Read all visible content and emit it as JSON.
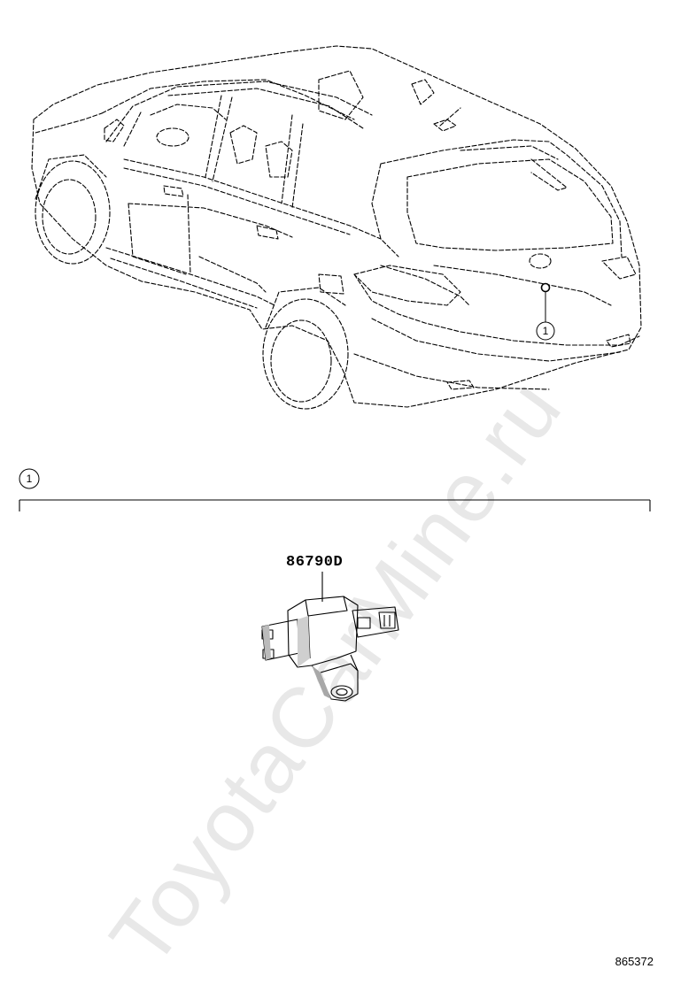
{
  "watermark": "ToyotaCarMine.ru",
  "callouts": {
    "vehicle_ref": "1",
    "section_ref": "1"
  },
  "part": {
    "number": "86790D"
  },
  "diagram_code": "865372"
}
